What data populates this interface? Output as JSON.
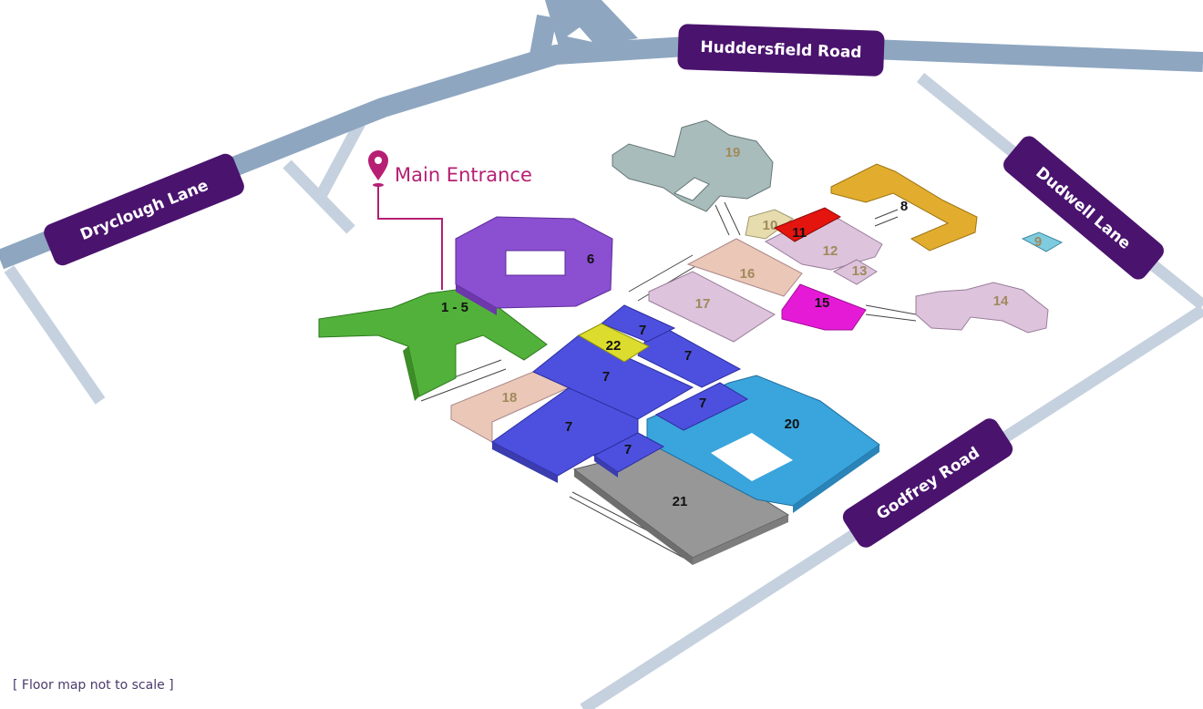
{
  "map": {
    "roads": [
      {
        "id": "huddersfield",
        "name": "Huddersfield Road"
      },
      {
        "id": "dryclough",
        "name": "Dryclough Lane"
      },
      {
        "id": "dudwell",
        "name": "Dudwell Lane"
      },
      {
        "id": "godfrey",
        "name": "Godfrey Road"
      }
    ],
    "entrance": {
      "label": "Main Entrance"
    },
    "buildings": [
      {
        "id": "b1-5",
        "label": "1 - 5",
        "color": "#52b13a",
        "text_color": "#111111"
      },
      {
        "id": "b6",
        "label": "6",
        "color": "#8b4fd1",
        "text_color": "#111111"
      },
      {
        "id": "b7a",
        "label": "7",
        "color": "#4d50de",
        "text_color": "#111111"
      },
      {
        "id": "b7b",
        "label": "7",
        "color": "#4d50de",
        "text_color": "#111111"
      },
      {
        "id": "b7c",
        "label": "7",
        "color": "#4d50de",
        "text_color": "#111111"
      },
      {
        "id": "b7d",
        "label": "7",
        "color": "#4d50de",
        "text_color": "#111111"
      },
      {
        "id": "b7e",
        "label": "7",
        "color": "#4d50de",
        "text_color": "#111111"
      },
      {
        "id": "b7f",
        "label": "7",
        "color": "#4d50de",
        "text_color": "#111111"
      },
      {
        "id": "b8",
        "label": "8",
        "color": "#e2ad2e",
        "text_color": "#111111"
      },
      {
        "id": "b9",
        "label": "9",
        "color": "#7fcbdf",
        "text_color": "#a08a5a"
      },
      {
        "id": "b10",
        "label": "10",
        "color": "#e6dcad",
        "text_color": "#a08a5a"
      },
      {
        "id": "b11",
        "label": "11",
        "color": "#e4140f",
        "text_color": "#111111"
      },
      {
        "id": "b12",
        "label": "12",
        "color": "#ddc3dc",
        "text_color": "#a08a5a"
      },
      {
        "id": "b13",
        "label": "13",
        "color": "#ddc3dc",
        "text_color": "#a08a5a"
      },
      {
        "id": "b14",
        "label": "14",
        "color": "#ddc3dc",
        "text_color": "#a08a5a"
      },
      {
        "id": "b15",
        "label": "15",
        "color": "#e51ad6",
        "text_color": "#111111"
      },
      {
        "id": "b16",
        "label": "16",
        "color": "#ebc7b8",
        "text_color": "#a08a5a"
      },
      {
        "id": "b17",
        "label": "17",
        "color": "#ddc3dc",
        "text_color": "#a08a5a"
      },
      {
        "id": "b18",
        "label": "18",
        "color": "#ebc7b8",
        "text_color": "#a08a5a"
      },
      {
        "id": "b19",
        "label": "19",
        "color": "#a9bcbc",
        "text_color": "#a08a5a"
      },
      {
        "id": "b20",
        "label": "20",
        "color": "#3aa4dc",
        "text_color": "#111111"
      },
      {
        "id": "b21",
        "label": "21",
        "color": "#979797",
        "text_color": "#111111"
      },
      {
        "id": "b22",
        "label": "22",
        "color": "#dcdc2e",
        "text_color": "#111111"
      }
    ],
    "note": "[ Floor map not to scale ]",
    "colors": {
      "road": "#8ea6c0",
      "road_minor": "#c3cfdc",
      "label_bg": "#4a136e",
      "entrance": "#b61f73"
    }
  }
}
